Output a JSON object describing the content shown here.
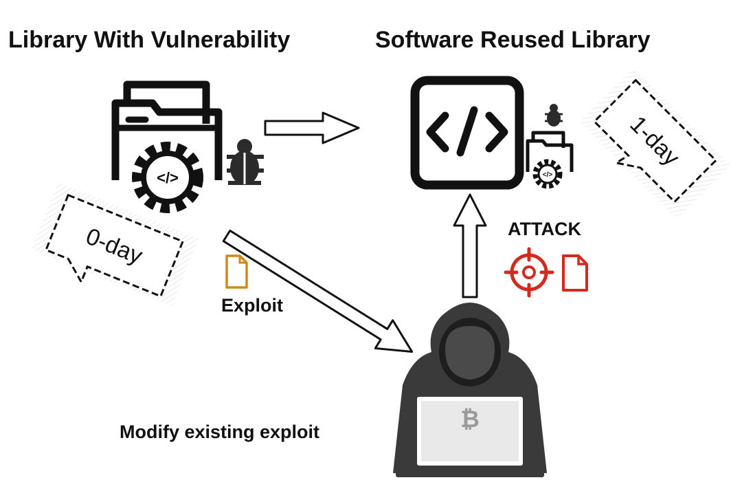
{
  "headings": {
    "left": "Library With Vulnerability",
    "right": "Software Reused Library"
  },
  "tags": {
    "zero_day": "0-day",
    "one_day": "1-day"
  },
  "labels": {
    "exploit": "Exploit",
    "attack": "ATTACK",
    "modify": "Modify existing exploit"
  },
  "icons": {
    "code_symbol": "</>",
    "bitcoin_symbol": "₿"
  },
  "colors": {
    "ink": "#111111",
    "exploit_file": "#d08a1a",
    "attack_red": "#d42a1e",
    "hacker_hood": "#3a3a3a"
  }
}
